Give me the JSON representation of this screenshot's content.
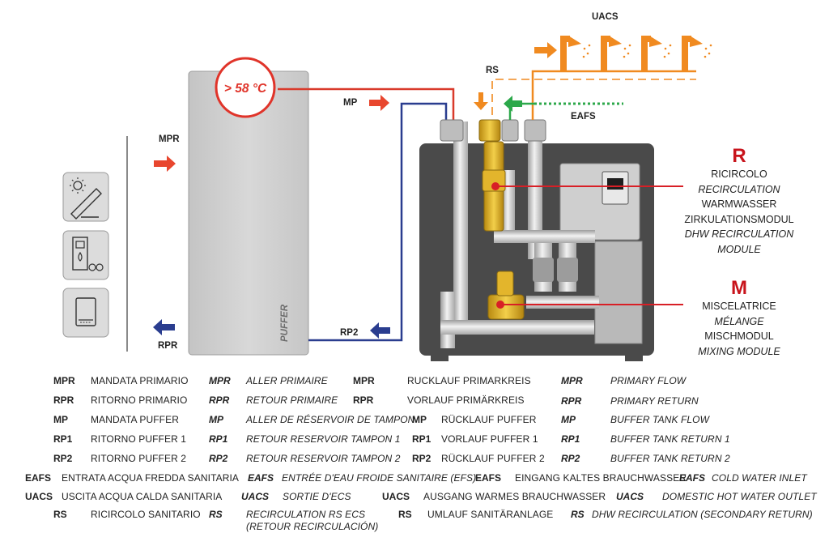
{
  "diagram": {
    "temperature": "> 58 °C",
    "puffer": "PUFFER",
    "labels": {
      "uacs": "UACS",
      "rs": "RS",
      "mp": "MP",
      "eafs": "EAFS",
      "mpr": "MPR",
      "rpr": "RPR",
      "rp2": "RP2"
    },
    "energy_sources": [
      "solar-panel-icon",
      "boiler-icon",
      "wall-heater-icon"
    ]
  },
  "side": {
    "r": {
      "letter": "R",
      "lines": [
        "RICIRCOLO",
        "RECIRCULATION",
        "WARMWASSER",
        "ZIRKULATIONSMODUL",
        "DHW RECIRCULATION",
        "MODULE"
      ]
    },
    "m": {
      "letter": "M",
      "lines": [
        "MISCELATRICE",
        "MÉLANGE",
        "MISCHMODUL",
        "MIXING MODULE"
      ]
    }
  },
  "legend": {
    "rows": [
      [
        "MPR",
        "MANDATA PRIMARIO",
        "MPR",
        "ALLER PRIMAIRE",
        "MPR",
        "RUCKLAUF PRIMARKREIS",
        "MPR",
        "PRIMARY FLOW"
      ],
      [
        "RPR",
        "RITORNO PRIMARIO",
        "RPR",
        "RETOUR PRIMAIRE",
        "RPR",
        "VORLAUF PRIMÄRKREIS",
        "RPR",
        "PRIMARY RETURN"
      ],
      [
        "MP",
        "MANDATA PUFFER",
        "MP",
        "ALLER DE RÉSERVOIR DE TAMPON",
        "MP",
        "RÜCKLAUF PUFFER",
        "MP",
        "BUFFER TANK FLOW"
      ],
      [
        "RP1",
        "RITORNO PUFFER 1",
        "RP1",
        "RETOUR RESERVOIR TAMPON 1",
        "RP1",
        "VORLAUF PUFFER 1",
        "RP1",
        "BUFFER TANK RETURN 1"
      ],
      [
        "RP2",
        "RITORNO PUFFER 2",
        "RP2",
        "RETOUR RESERVOIR TAMPON 2",
        "RP2",
        "RÜCKLAUF PUFFER 2",
        "RP2",
        "BUFFER TANK RETURN 2"
      ]
    ],
    "eafs": [
      "EAFS",
      "ENTRATA ACQUA FREDDA SANITARIA",
      "EAFS",
      "ENTRÉE D'EAU FROIDE SANITAIRE (EFS)",
      "EAFS",
      "EINGANG KALTES BRAUCHWASSER",
      "EAFS",
      "COLD WATER INLET"
    ],
    "uacs": [
      "UACS",
      "USCITA ACQUA CALDA SANITARIA",
      "UACS",
      "SORTIE D'ECS",
      "UACS",
      "AUSGANG WARMES BRAUCHWASSER",
      "UACS",
      "DOMESTIC HOT WATER OUTLET"
    ],
    "rs": [
      "RS",
      "RICIRCOLO SANITARIO",
      "RS",
      "RECIRCULATION RS ECS",
      "(RETOUR RECIRCULACIÓN)",
      "RS",
      "UMLAUF SANITÄRANLAGE",
      "RS",
      "DHW RECIRCULATION (SECONDARY  RETURN)"
    ]
  }
}
